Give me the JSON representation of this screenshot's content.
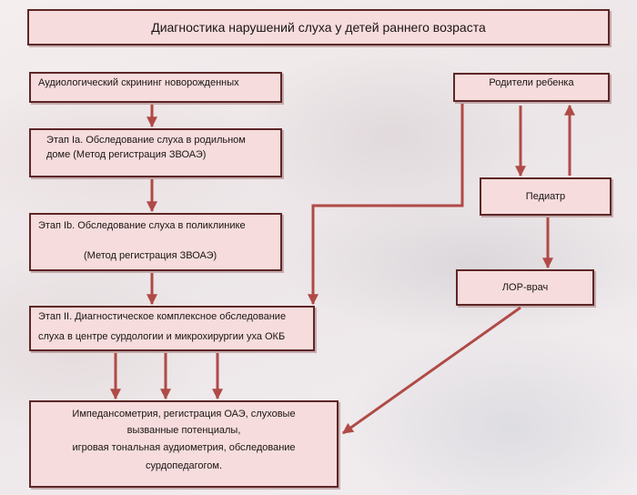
{
  "title": "Диагностика нарушений слуха у детей раннего возраста",
  "boxes": {
    "screening": "Аудиологический скрининг новорожденных",
    "parents": "Родители ребенка",
    "stage_1a": [
      "Этап Ia.  Обследование слуха в родильном",
      "доме (Метод регистрация ЗВОАЭ)"
    ],
    "pediatrician": "Педиатр",
    "stage_1b": [
      "Этап Ib.  Обследование слуха в поликлинике",
      "(Метод регистрация ЗВОАЭ)"
    ],
    "ent_doctor": "ЛОР-врач",
    "stage_2": [
      "Этап II.  Диагностическое комплексное обследование",
      "слуха в центре сурдологии и микрохирургии уха ОКБ"
    ],
    "results": [
      "Импедансометрия, регистрация ОАЭ, слуховые",
      "вызванные потенциалы,",
      "игровая  тональная аудиометрия, обследование",
      "сурдопедагогом."
    ]
  },
  "colors": {
    "box_fill": "#f6dcdc",
    "box_border": "#5e2626",
    "arrow": "#b04a46"
  }
}
